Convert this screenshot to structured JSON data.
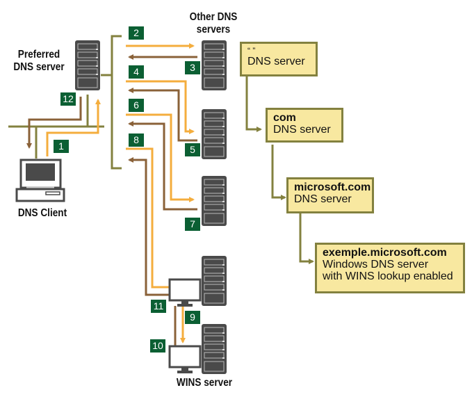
{
  "diagram": {
    "labels": {
      "preferred_dns": "Preferred\nDNS server",
      "other_dns": "Other DNS\nservers",
      "dns_client": "DNS Client",
      "wins_server": "WINS server"
    },
    "steps": [
      "1",
      "2",
      "3",
      "4",
      "5",
      "6",
      "7",
      "8",
      "9",
      "10",
      "11",
      "12"
    ],
    "hierarchy": [
      {
        "title": "“    ”",
        "lines": [
          "DNS server"
        ]
      },
      {
        "title": "com",
        "lines": [
          "DNS server"
        ]
      },
      {
        "title": "microsoft.com",
        "lines": [
          "DNS server"
        ]
      },
      {
        "title": "exemple.microsoft.com",
        "lines": [
          "Windows DNS server",
          "with WINS lookup enabled"
        ]
      }
    ],
    "colors": {
      "request": "#f4ad3d",
      "response": "#8a6138",
      "network": "#83813f",
      "step_badge": "#0b5f33",
      "box_fill": "#f8e8a0",
      "device": "#4a4a4a"
    }
  }
}
